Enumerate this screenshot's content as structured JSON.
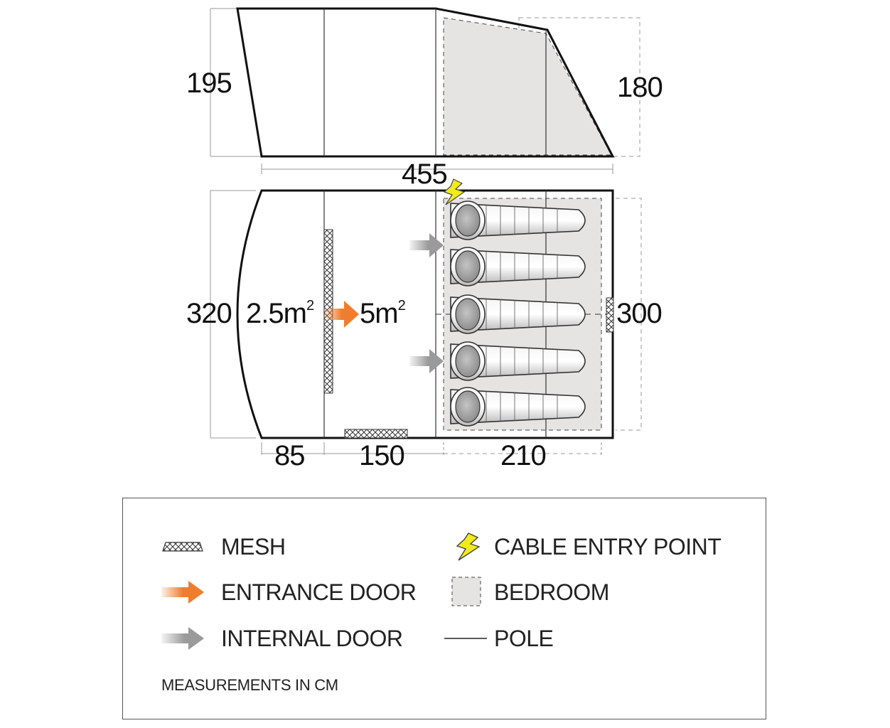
{
  "dimensions": {
    "height_left": "195",
    "height_right": "180",
    "length_total": "455",
    "width_left": "320",
    "width_right": "300",
    "section_a": "85",
    "section_b": "150",
    "section_c": "210"
  },
  "areas": {
    "porch_value": "2.5m",
    "porch_sup": "2",
    "living_value": "5m",
    "living_sup": "2"
  },
  "legend": {
    "mesh": "MESH",
    "entrance_door": "ENTRANCE DOOR",
    "internal_door": "INTERNAL DOOR",
    "cable_entry": "CABLE ENTRY POINT",
    "bedroom": "BEDROOM",
    "pole": "POLE",
    "note": "MEASUREMENTS IN CM"
  },
  "colors": {
    "entrance_arrow": "#f07d2e",
    "internal_arrow": "#9a9a9a",
    "bedroom_fill": "#e6e3e3",
    "cable_bolt": "#f2ea1a"
  }
}
